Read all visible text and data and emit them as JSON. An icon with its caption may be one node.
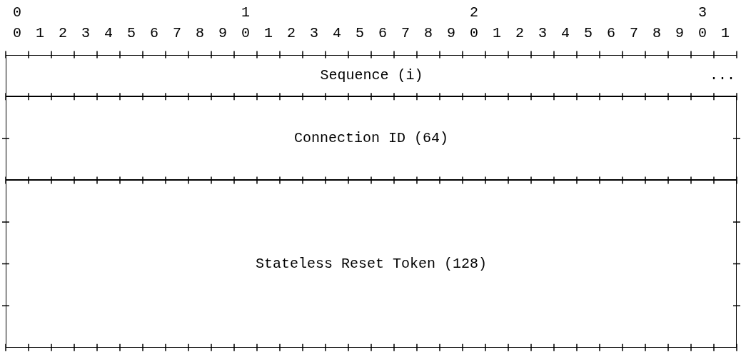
{
  "diagram": {
    "nodes": [
      {
        "text": [
          "Sequence (i)",
          "..."
        ]
      },
      {
        "text": [
          "Connection ID (64)"
        ]
      },
      {
        "text": [
          "Stateless Reset Token (128)"
        ]
      }
    ],
    "labels": [
      "0",
      "1",
      "2",
      "3",
      "0 1 2 3 4 5 6 7 8 9 0 1 2 3 4 5 6 7 8 9 0 1 2 3 4 5 6 7 8 9 0 1"
    ]
  }
}
